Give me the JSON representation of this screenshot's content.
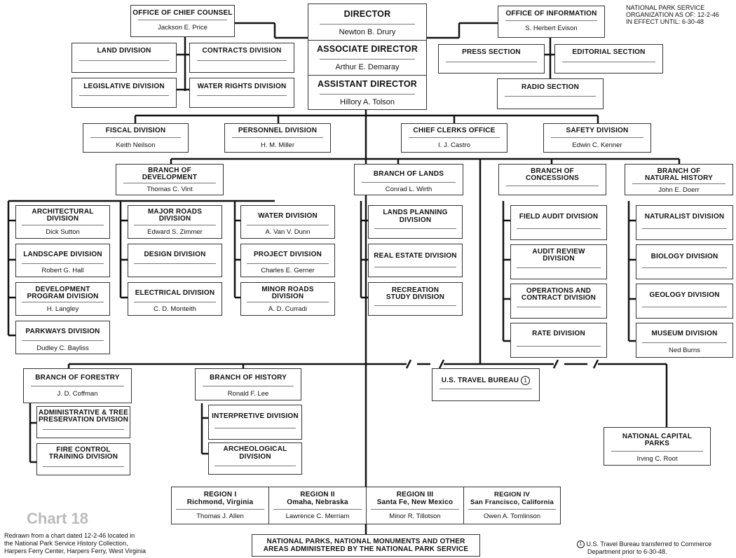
{
  "header": {
    "line1": "NATIONAL PARK SERVICE",
    "line2": "ORGANIZATION AS OF:  12-2-46",
    "line3": "IN EFFECT UNTIL:  6-30-48"
  },
  "director": {
    "d_title": "DIRECTOR",
    "d_name": "Newton B. Drury",
    "a_title": "ASSOCIATE DIRECTOR",
    "a_name": "Arthur E. Demaray",
    "s_title": "ASSISTANT DIRECTOR",
    "s_name": "Hillory A. Tolson"
  },
  "counsel": {
    "title": "OFFICE OF CHIEF COUNSEL",
    "name": "Jackson E. Price",
    "land": "LAND DIVISION",
    "contracts": "CONTRACTS DIVISION",
    "legislative": "LEGISLATIVE DIVISION",
    "water_rights": "WATER RIGHTS DIVISION"
  },
  "information": {
    "title": "OFFICE OF INFORMATION",
    "name": "S. Herbert Evison",
    "press": "PRESS SECTION",
    "editorial": "EDITORIAL SECTION",
    "radio": "RADIO SECTION"
  },
  "staff": {
    "fiscal": {
      "title": "FISCAL DIVISION",
      "name": "Keith Neilson"
    },
    "personnel": {
      "title": "PERSONNEL DIVISION",
      "name": "H. M. Miller"
    },
    "chief_clerks": {
      "title": "CHIEF CLERKS OFFICE",
      "name": "I. J. Castro"
    },
    "safety": {
      "title": "SAFETY DIVISION",
      "name": "Edwin C. Kenner"
    }
  },
  "development": {
    "title1": "BRANCH OF",
    "title2": "DEVELOPMENT",
    "name": "Thomas C. Vint",
    "architectural": {
      "t1": "ARCHITECTURAL",
      "t2": "DIVISION",
      "name": "Dick Sutton"
    },
    "landscape": {
      "title": "LANDSCAPE DIVISION",
      "name": "Robert G. Hall"
    },
    "dev_program": {
      "t1": "DEVELOPMENT",
      "t2": "PROGRAM DIVISION",
      "name": "H. Langley"
    },
    "parkways": {
      "title": "PARKWAYS DIVISION",
      "name": "Dudley C. Bayliss"
    },
    "major_roads": {
      "t1": "MAJOR ROADS",
      "t2": "DIVISION",
      "name": "Edward S. Zimmer"
    },
    "design": {
      "title": "DESIGN DIVISION"
    },
    "electrical": {
      "title": "ELECTRICAL DIVISION",
      "name": "C. D. Monteith"
    },
    "water": {
      "title": "WATER DIVISION",
      "name": "A. Van V. Dunn"
    },
    "project": {
      "title": "PROJECT DIVISION",
      "name": "Charles E. Gerner"
    },
    "minor_roads": {
      "t1": "MINOR ROADS",
      "t2": "DIVISION",
      "name": "A. D. Curradi"
    }
  },
  "lands": {
    "title": "BRANCH OF LANDS",
    "name": "Conrad L. Wirth",
    "planning": {
      "t1": "LANDS PLANNING",
      "t2": "DIVISION"
    },
    "real_estate": {
      "title": "REAL ESTATE DIVISION"
    },
    "recreation": {
      "t1": "RECREATION",
      "t2": "STUDY DIVISION"
    }
  },
  "concessions": {
    "title1": "BRANCH OF",
    "title2": "CONCESSIONS",
    "field_audit": {
      "title": "FIELD AUDIT DIVISION"
    },
    "audit_review": {
      "t1": "AUDIT REVIEW",
      "t2": "DIVISION"
    },
    "operations": {
      "t1": "OPERATIONS AND",
      "t2": "CONTRACT DIVISION"
    },
    "rate": {
      "title": "RATE DIVISION"
    }
  },
  "natural_history": {
    "title1": "BRANCH OF",
    "title2": "NATURAL HISTORY",
    "name": "John E. Doerr",
    "naturalist": {
      "title": "NATURALIST DIVISION"
    },
    "biology": {
      "title": "BIOLOGY DIVISION"
    },
    "geology": {
      "title": "GEOLOGY DIVISION"
    },
    "museum": {
      "title": "MUSEUM DIVISION",
      "name": "Ned Burns"
    }
  },
  "forestry": {
    "title": "BRANCH OF FORESTRY",
    "name": "J. D. Coffman",
    "admin": {
      "t1": "ADMINISTRATIVE & TREE",
      "t2": "PRESERVATION DIVISION"
    },
    "fire": {
      "t1": "FIRE CONTROL",
      "t2": "TRAINING DIVISION"
    }
  },
  "history": {
    "title": "BRANCH OF HISTORY",
    "name": "Ronald F. Lee",
    "interpretive": {
      "title": "INTERPRETIVE DIVISION"
    },
    "archeological": {
      "t1": "ARCHEOLOGICAL",
      "t2": "DIVISION"
    }
  },
  "travel": {
    "title": "U.S. TRAVEL BUREAU",
    "note_num": "1"
  },
  "capital": {
    "t1": "NATIONAL CAPITAL",
    "t2": "PARKS",
    "name": "Irving C. Root"
  },
  "regions": [
    {
      "title": "REGION I",
      "place": "Richmond, Virginia",
      "name": "Thomas J. Allen"
    },
    {
      "title": "REGION II",
      "place": "Omaha, Nebraska",
      "name": "Lawrence C. Merriam"
    },
    {
      "title": "REGION III",
      "place": "Santa Fe, New Mexico",
      "name": "Minor R. Tillotson"
    },
    {
      "title": "REGION IV",
      "place": "San Francisco, California",
      "name": "Owen A. Tomlinson"
    }
  ],
  "parks": {
    "t1": "NATIONAL PARKS, NATIONAL MONUMENTS AND OTHER",
    "t2": "AREAS ADMINISTERED BY THE NATIONAL PARK SERVICE"
  },
  "footer": {
    "chart_label": "Chart 18",
    "src1": "Redrawn from a chart dated 12-2-46 located in",
    "src2": "the National Park Service History Collection,",
    "src3": "Harpers Ferry Center, Harpers Ferry, West Virginia",
    "note_num": "1",
    "note1": "U.S. Travel Bureau transferred to Commerce",
    "note2": "Department prior to 6-30-48."
  }
}
